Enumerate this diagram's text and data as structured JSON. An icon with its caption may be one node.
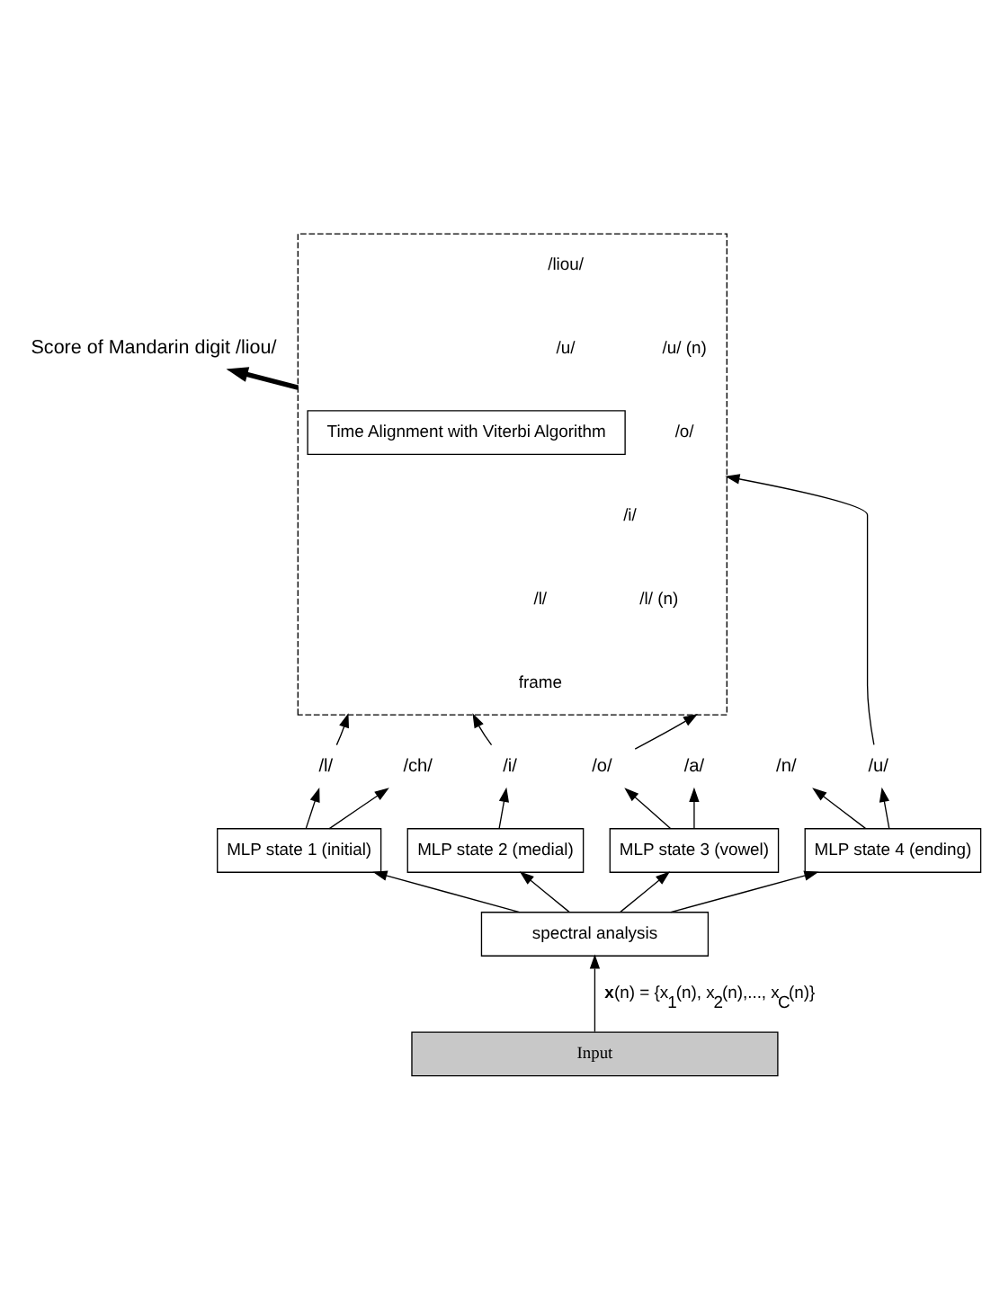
{
  "diagram": {
    "nodes": [
      {
        "text": [
          "Score of Mandarin digit /liou/"
        ]
      },
      {
        "text": [],
        "shape": "box"
      },
      {
        "text": [
          "Time Alignment with Viterbi Algorithm"
        ],
        "in": 1
      },
      {
        "text": [
          "/l/"
        ]
      },
      {
        "text": [
          "/ch/"
        ]
      },
      {
        "text": [
          "/i/"
        ]
      },
      {
        "text": [
          "/a/"
        ]
      },
      {
        "text": [
          "/o/"
        ]
      },
      {
        "text": [
          "/u/"
        ]
      },
      {
        "text": [
          "/n/"
        ]
      },
      {
        "text": [
          "MLP state 1 (initial)"
        ]
      },
      {
        "text": [
          "MLP state 2 (medial)"
        ]
      },
      {
        "text": [
          "MLP state 3 (vowel)"
        ]
      },
      {
        "text": [
          "MLP state 4 (ending)"
        ]
      },
      {
        "text": [
          "spectral analysis"
        ]
      },
      {
        "text": [
          "Input"
        ]
      }
    ],
    "edges": [
      {
        "from": 1,
        "to": 0,
        "arrow": "to",
        "style": "thick"
      },
      {
        "from": 3,
        "to": 1,
        "arrow": "to"
      },
      {
        "from": 5,
        "to": 1,
        "arrow": "to"
      },
      {
        "from": 7,
        "to": 1,
        "arrow": "to"
      },
      {
        "from": 8,
        "to": 1,
        "arrow": "to"
      },
      {
        "from": 10,
        "to": 3,
        "arrow": "to"
      },
      {
        "from": 10,
        "to": 4,
        "arrow": "to"
      },
      {
        "from": 11,
        "to": 5,
        "arrow": "to"
      },
      {
        "from": 12,
        "to": 6,
        "arrow": "to"
      },
      {
        "from": 12,
        "to": 7,
        "arrow": "to"
      },
      {
        "from": 13,
        "to": 8,
        "arrow": "to"
      },
      {
        "from": 13,
        "to": 9,
        "arrow": "to"
      },
      {
        "from": 14,
        "to": 10,
        "arrow": "to"
      },
      {
        "from": 14,
        "to": 11,
        "arrow": "to"
      },
      {
        "from": 14,
        "to": 12,
        "arrow": "to"
      },
      {
        "from": 14,
        "to": 13,
        "arrow": "to"
      },
      {
        "from": 15,
        "to": 14,
        "arrow": "to",
        "label": "**x**(n) = {x$_{1}$(n), x$_{2}$(n),..., x$_{C}$(n)}"
      }
    ],
    "labels": [
      "/liou/",
      "/u/ (n)",
      "/u/",
      "/o/",
      "/i/",
      "/l/ (n)",
      "/l/",
      "frame"
    ]
  }
}
